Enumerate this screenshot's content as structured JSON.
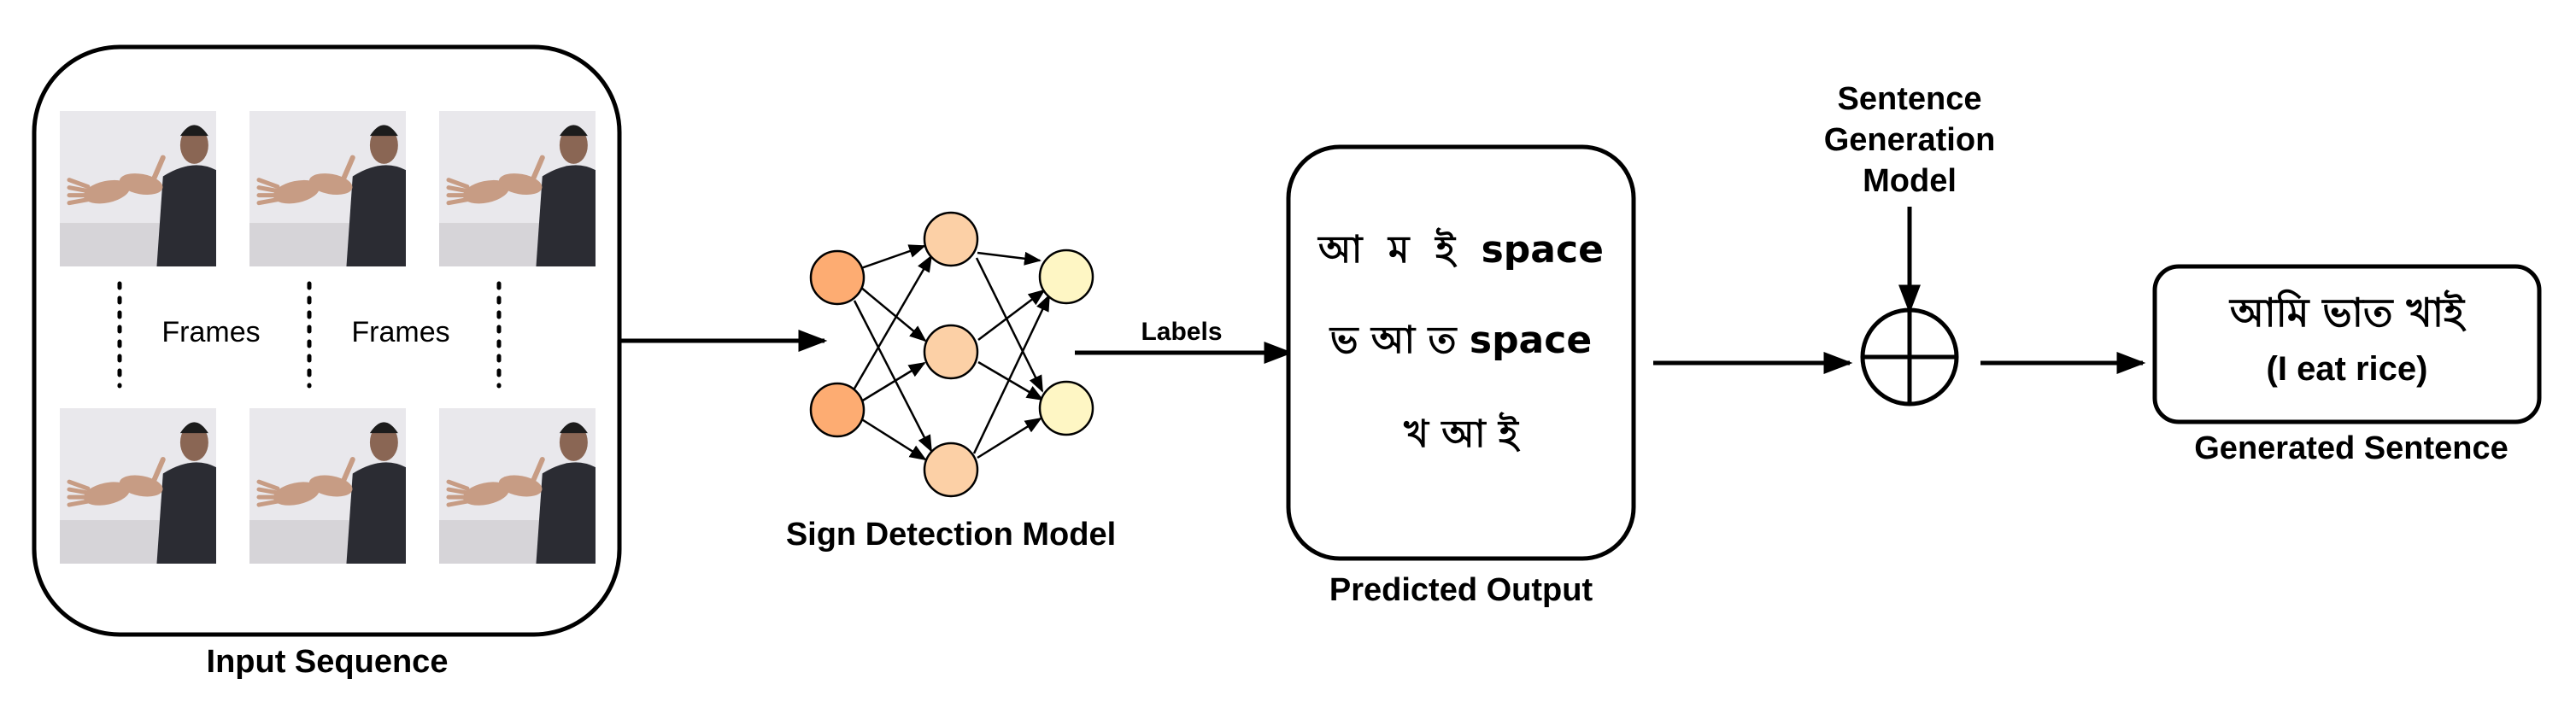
{
  "input_sequence": {
    "caption": "Input Sequence",
    "separator_labels": [
      "Frames",
      "Frames"
    ],
    "frame_images": [
      "sign-frame-1",
      "sign-frame-2",
      "sign-frame-3",
      "sign-frame-4",
      "sign-frame-5",
      "sign-frame-6"
    ]
  },
  "sign_detection": {
    "caption": "Sign Detection Model",
    "edge_label": "Labels",
    "node_colors": {
      "input": "#fdac72",
      "hidden": "#fcd0a6",
      "output": "#fef6c4"
    }
  },
  "predicted_output": {
    "caption": "Predicted Output",
    "lines": [
      "আ  ম  ই  space",
      "ভ আ ত space",
      "খ আ ই"
    ]
  },
  "sentence_generation": {
    "caption_lines": [
      "Sentence",
      "Generation",
      "Model"
    ],
    "operator_icon": "circled-plus-icon"
  },
  "generated_sentence": {
    "caption": "Generated Sentence",
    "bengali": "আমি ভাত খাই",
    "english": "(I eat rice)"
  },
  "colors": {
    "stroke": "#000000",
    "background": "#ffffff",
    "skin": "#c79c84",
    "wall": "#e9e8ec",
    "shirt": "#2b2c33"
  }
}
